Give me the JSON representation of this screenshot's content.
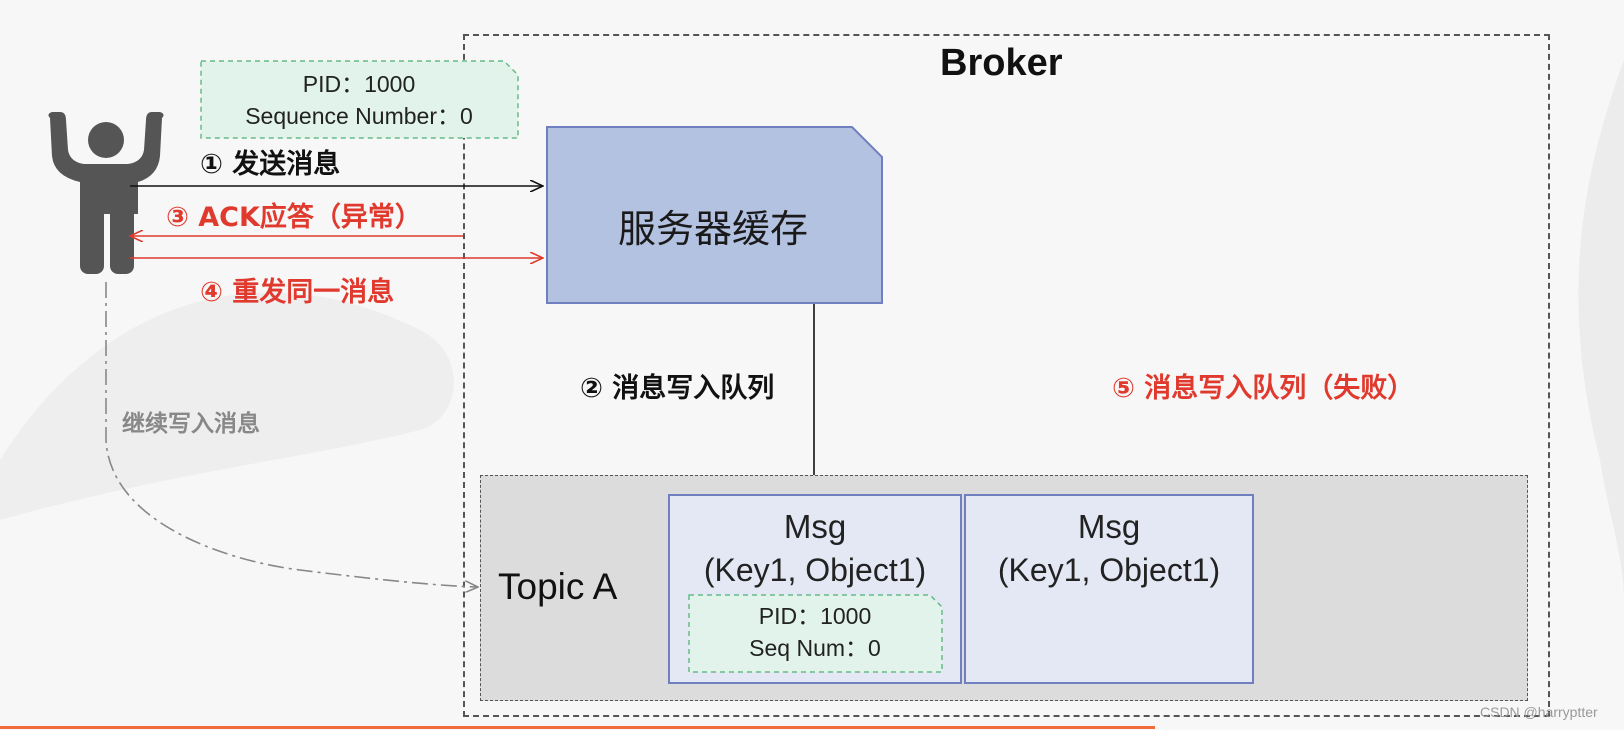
{
  "broker": {
    "title": "Broker"
  },
  "producer_meta": {
    "pid": "PID：1000",
    "seq": "Sequence Number：0"
  },
  "server_cache": {
    "label": "服务器缓存"
  },
  "arrows": {
    "send": "① 发送消息",
    "ack": "③ ACK应答（异常）",
    "resend": "④ 重发同一消息",
    "write_queue": "② 消息写入队列",
    "write_fail": "⑤ 消息写入队列（失败）",
    "continue": "继续写入消息"
  },
  "topic": {
    "label": "Topic A"
  },
  "messages": [
    {
      "title": "Msg",
      "content": "(Key1, Object1)",
      "pid": "PID：1000",
      "seq": "Seq Num：0"
    },
    {
      "title": "Msg",
      "content": "(Key1, Object1)"
    }
  ],
  "watermark": "CSDN @harryptter",
  "colors": {
    "accent_red": "#e03a2f",
    "cache_fill": "#b4c2e2",
    "cache_border": "#6f7fbf",
    "meta_fill": "#e2f3ec",
    "meta_border": "#66bb88",
    "msg_fill": "#e4e8f4",
    "topic_fill": "#dcdcdc"
  },
  "icons": {
    "producer": "person-icon"
  }
}
